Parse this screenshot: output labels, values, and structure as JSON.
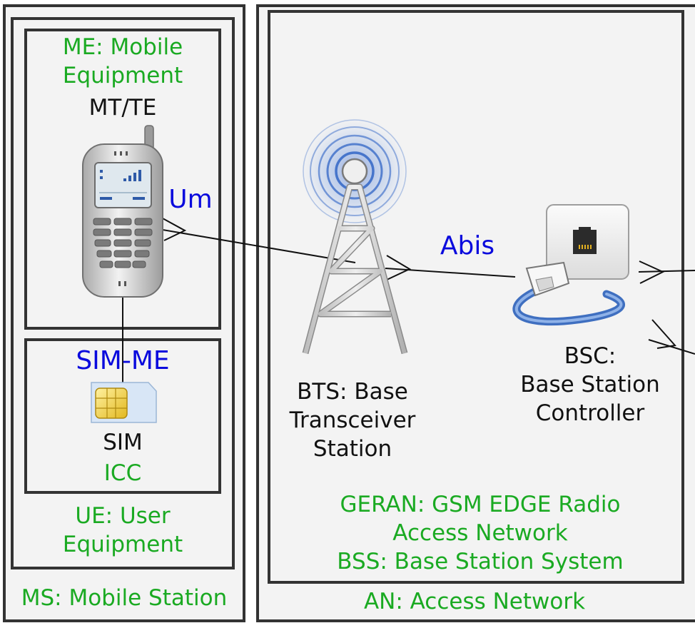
{
  "ms": {
    "label": "MS: Mobile Station"
  },
  "ue": {
    "label_line1": "UE: User",
    "label_line2": "Equipment"
  },
  "me": {
    "label_line1": "ME: Mobile",
    "label_line2": "Equipment",
    "device": "MT/TE"
  },
  "sim": {
    "interface": "SIM-ME",
    "label": "SIM",
    "icc": "ICC"
  },
  "um": {
    "label": "Um"
  },
  "abis": {
    "label": "Abis"
  },
  "bts": {
    "line1": "BTS: Base",
    "line2": "Transceiver",
    "line3": "Station"
  },
  "bsc": {
    "line1": "BSC:",
    "line2": "Base Station",
    "line3": "Controller"
  },
  "geran": {
    "line1": "GERAN: GSM EDGE Radio",
    "line2": "Access Network",
    "line3": "BSS: Base Station System"
  },
  "an": {
    "label": "AN: Access Network"
  },
  "colors": {
    "box_border": "#333333",
    "box_fill": "#f3f3f3",
    "green_text": "#1aaa22",
    "blue_text": "#0a0add"
  }
}
